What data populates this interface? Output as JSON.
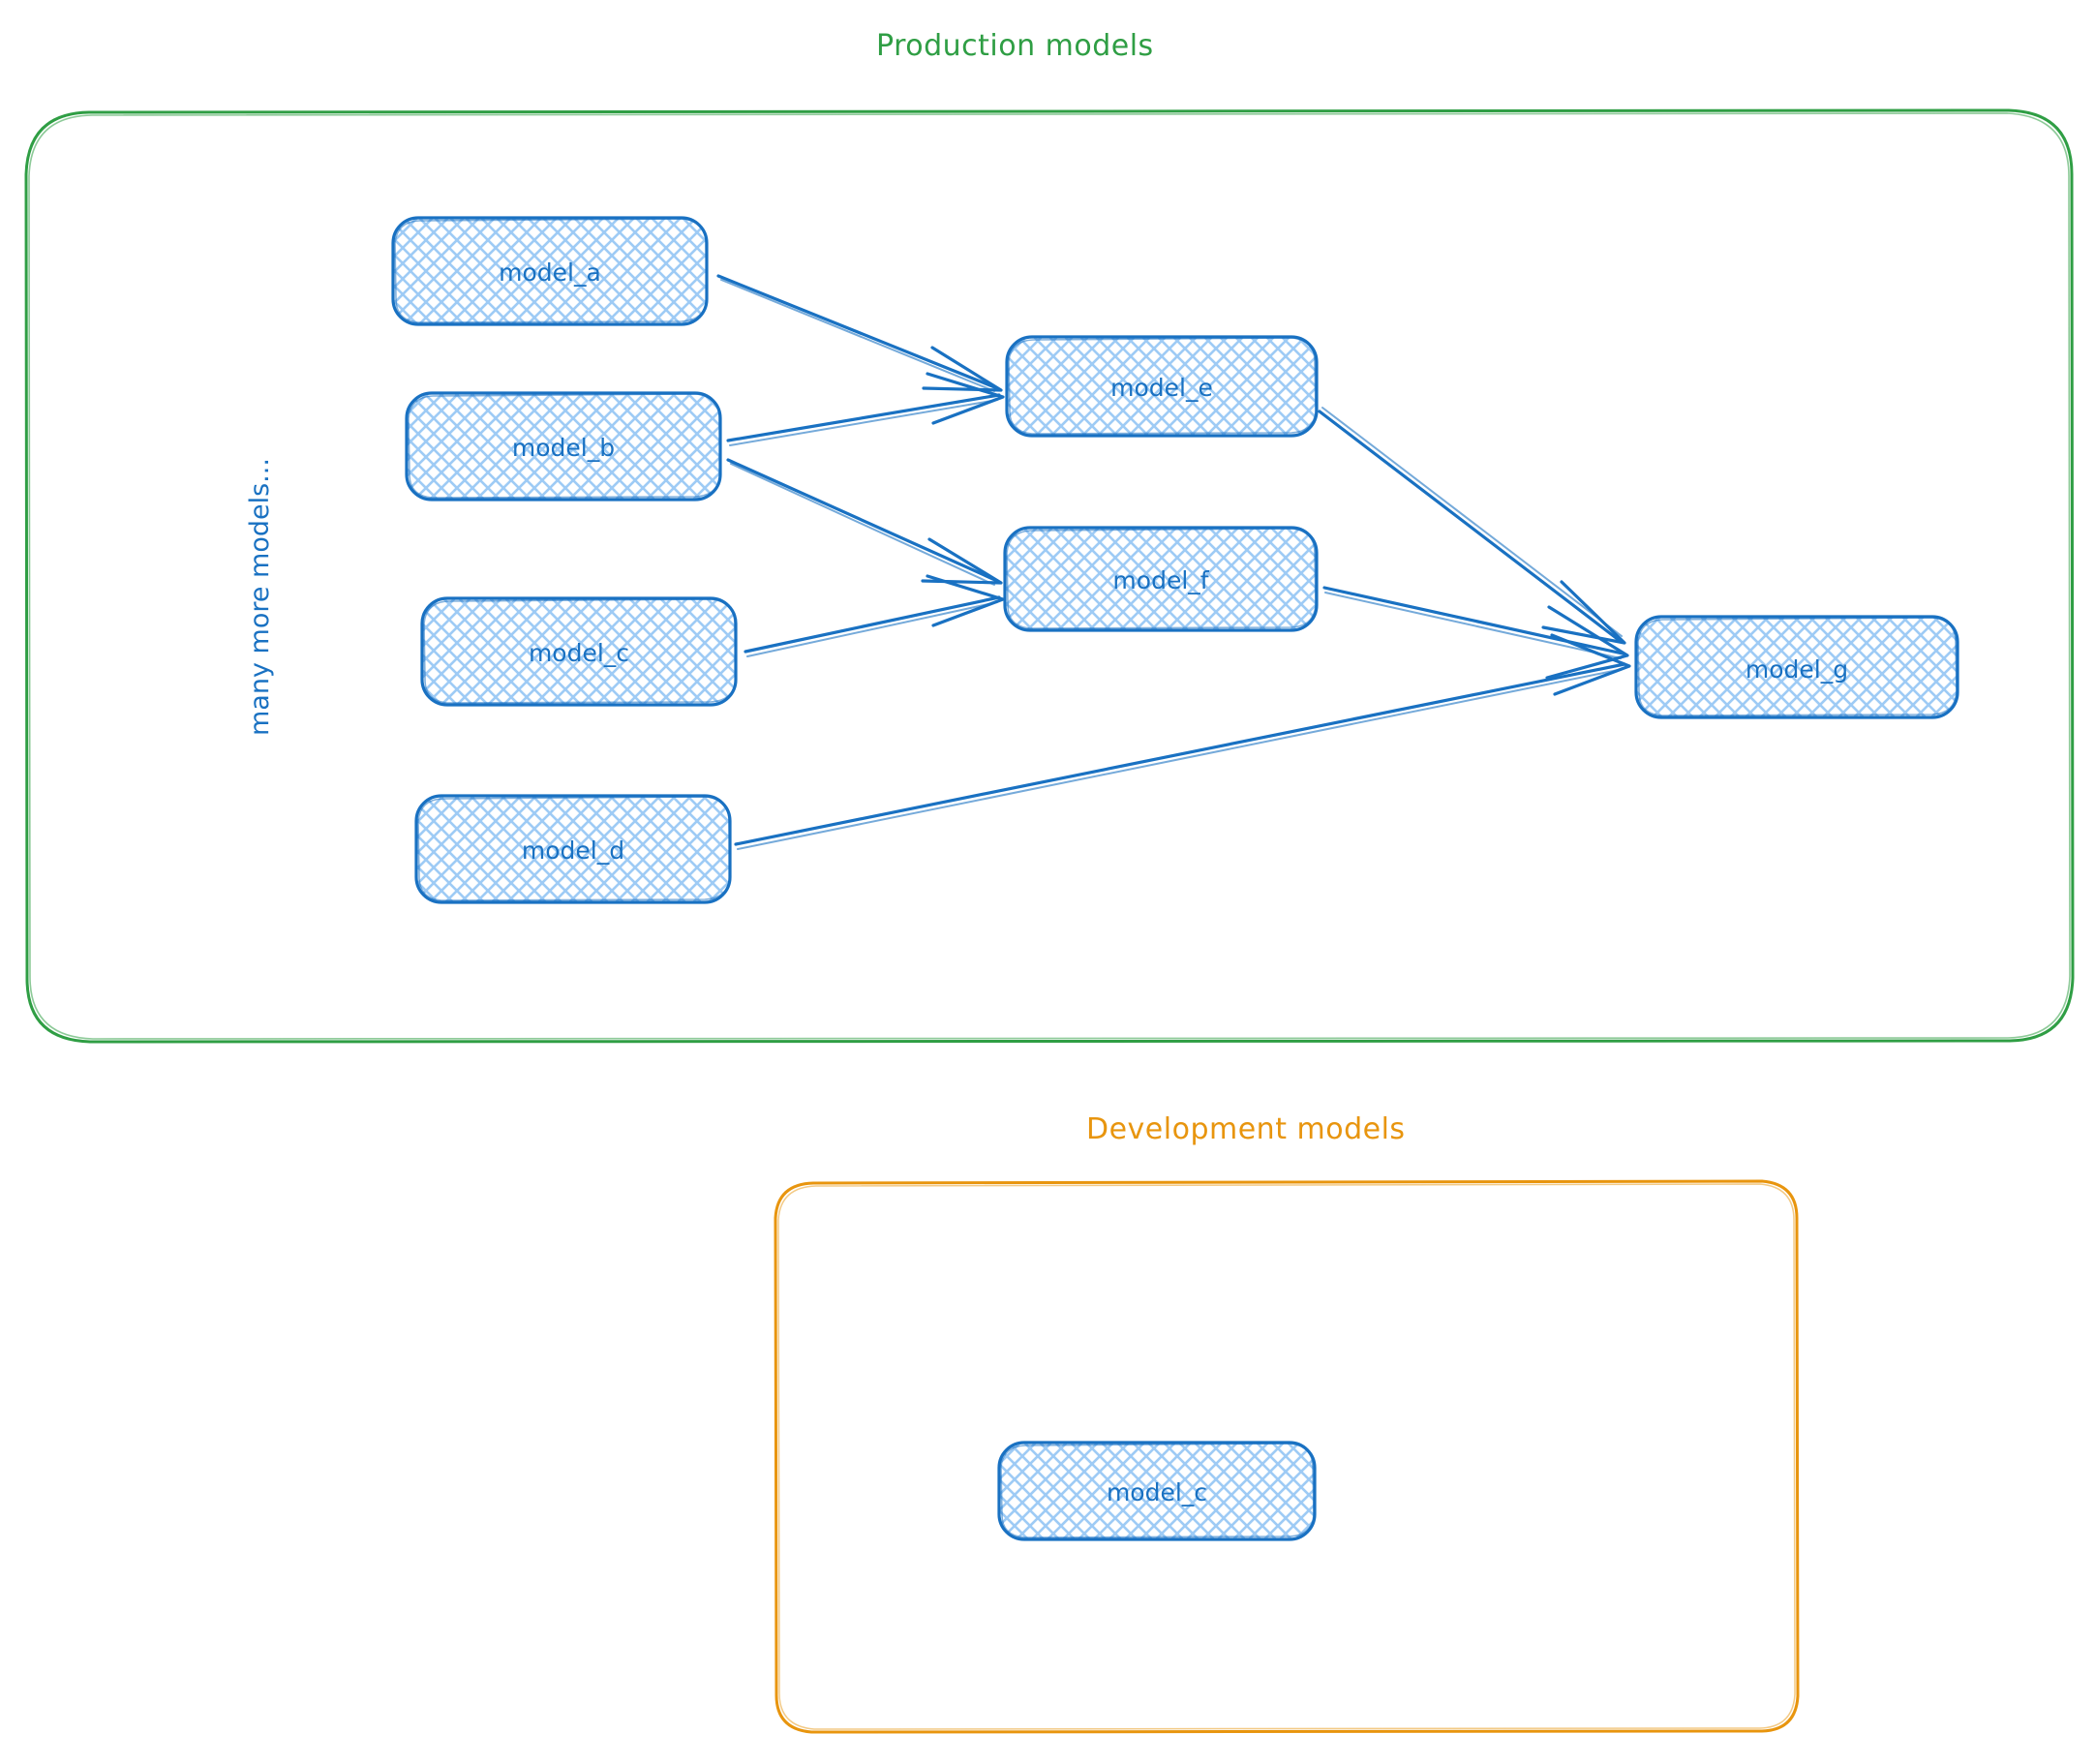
{
  "diagram": {
    "title_production": "Production models",
    "title_development": "Development models",
    "side_note": "many more models...",
    "colors": {
      "production_frame": "#2f9e44",
      "development_frame": "#e8950e",
      "node_stroke": "#1971c2",
      "node_fill": "#a5d8ff",
      "arrow": "#1971c2",
      "background": "#ffffff"
    },
    "groups": [
      {
        "id": "production",
        "label": "Production models",
        "color": "#2f9e44",
        "nodes": [
          "model_a",
          "model_b",
          "model_c",
          "model_d",
          "model_e",
          "model_f",
          "model_g"
        ]
      },
      {
        "id": "development",
        "label": "Development models",
        "color": "#e8950e",
        "nodes": [
          "model_c"
        ]
      }
    ],
    "nodes": {
      "model_a": {
        "label": "model_a"
      },
      "model_b": {
        "label": "model_b"
      },
      "model_c": {
        "label": "model_c"
      },
      "model_d": {
        "label": "model_d"
      },
      "model_e": {
        "label": "model_e"
      },
      "model_f": {
        "label": "model_f"
      },
      "model_g": {
        "label": "model_g"
      },
      "model_c_dev": {
        "label": "model_c"
      }
    },
    "edges": [
      {
        "from": "model_a",
        "to": "model_e"
      },
      {
        "from": "model_b",
        "to": "model_e"
      },
      {
        "from": "model_b",
        "to": "model_f"
      },
      {
        "from": "model_c",
        "to": "model_f"
      },
      {
        "from": "model_e",
        "to": "model_g"
      },
      {
        "from": "model_f",
        "to": "model_g"
      },
      {
        "from": "model_d",
        "to": "model_g"
      }
    ]
  }
}
